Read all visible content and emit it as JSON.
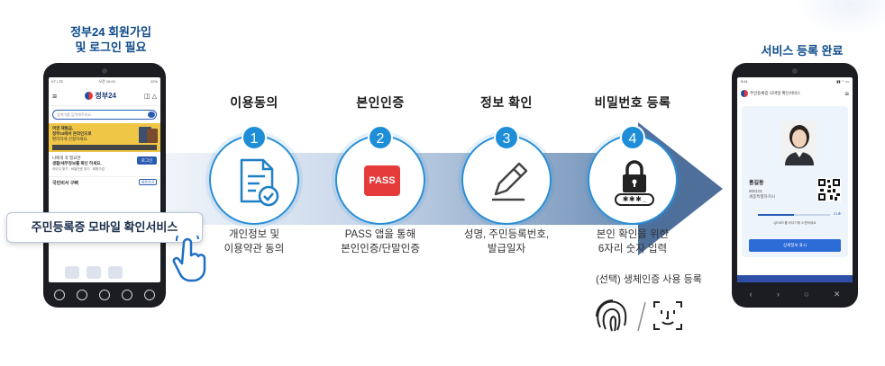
{
  "left_heading": {
    "line1": "정부24 회원가입",
    "line2": "및 로그인 필요"
  },
  "right_heading": "서비스 등록 완료",
  "callout": "주민등록증 모바일 확인서비스",
  "left_phone": {
    "status_left": "KT LTE",
    "status_time": "오전 10:00",
    "status_right": "22%",
    "logo": "정부24",
    "search_placeholder": "검색어를 입력해주세요.",
    "banner_line1": "여권 재발급,",
    "banner_line2": "정부24에서 온라인으로",
    "banner_line3": "편리하게 신청하세요.",
    "login_line1": "나에게 꼭 필요한",
    "login_line2": "생활/세부정보를 확인 하세요.",
    "login_button": "로그인",
    "login_links": "아이디 찾기 · 비밀번호 찾기 · 회원가입",
    "gov_label": "국민비서 구삐",
    "gov_button": "바로가기"
  },
  "steps": [
    {
      "number": "1",
      "title": "이용동의",
      "desc_line1": "개인정보 및",
      "desc_line2": "이용약관 동의",
      "icon": "document-check-icon"
    },
    {
      "number": "2",
      "title": "본인인증",
      "desc_line1": "PASS 앱을 통해",
      "desc_line2": "본인인증/단말인증",
      "icon": "pass-icon",
      "icon_text": "PASS"
    },
    {
      "number": "3",
      "title": "정보 확인",
      "desc_line1": "성명, 주민등록번호,",
      "desc_line2": "발급일자",
      "icon": "pencil-icon"
    },
    {
      "number": "4",
      "title": "비밀번호 등록",
      "desc_line1": "본인 확인을 위한",
      "desc_line2": "6자리 숫자 입력",
      "icon": "lock-icon",
      "password_mask": "✱✱✱_"
    }
  ],
  "optional": "(선택) 생체인증 사용 등록",
  "right_phone": {
    "status_time": "9:41",
    "app_title": "주민등록증 모바일 확인서비스",
    "name": "홍길동",
    "birth": "900101",
    "address": "세종특별자치시",
    "timer": "21초",
    "qr_caption": "QR코드를 리더기에 스캔하세요",
    "detail_button": "상세정보 표시"
  },
  "colors": {
    "accent": "#1e8ed8",
    "heading": "#0d4a8a",
    "pass": "#e63b3b"
  }
}
